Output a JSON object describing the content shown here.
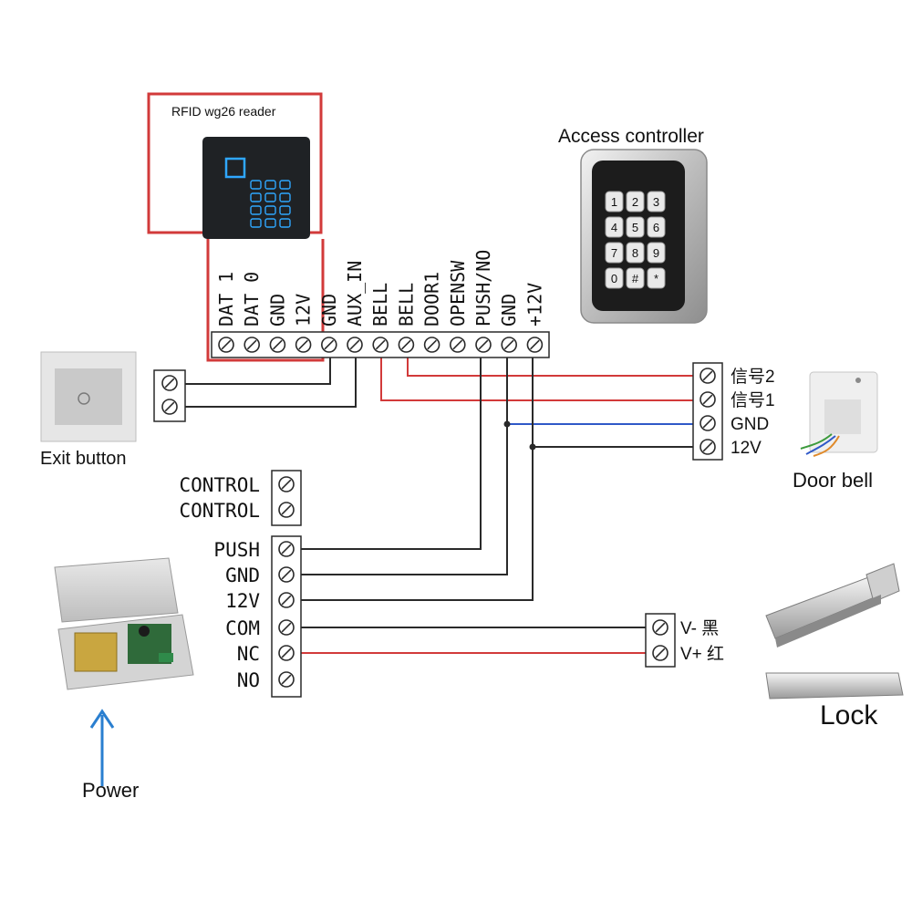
{
  "labels": {
    "rfid_reader": "RFID wg26 reader",
    "access_controller": "Access controller",
    "exit_button": "Exit button",
    "door_bell": "Door bell",
    "lock": "Lock",
    "power": "Power"
  },
  "controller_terminals": [
    "DAT 1",
    "DAT 0",
    "GND",
    "12V",
    "GND",
    "AUX_IN",
    "BELL",
    "BELL",
    "DOOR1",
    "OPENSW",
    "PUSH/NO",
    "GND",
    "+12V"
  ],
  "psu_terminals": [
    "CONTROL",
    "CONTROL",
    "PUSH",
    "GND",
    "12V",
    "COM",
    "NC",
    "NO"
  ],
  "doorbell_terminals": [
    "信号2",
    "信号1",
    "GND",
    "12V"
  ],
  "lock_terminals": [
    "V-  黑",
    "V+  红"
  ],
  "keypad_keys": [
    "1",
    "2",
    "3",
    "4",
    "5",
    "6",
    "7",
    "8",
    "9",
    "0",
    "#",
    "*"
  ],
  "colors": {
    "wire_black": "#2a2a2a",
    "wire_red": "#d23a3a",
    "wire_blue": "#2f58c8",
    "highlight_red": "#d23a3a",
    "reader_glow": "#2fa7ff"
  }
}
